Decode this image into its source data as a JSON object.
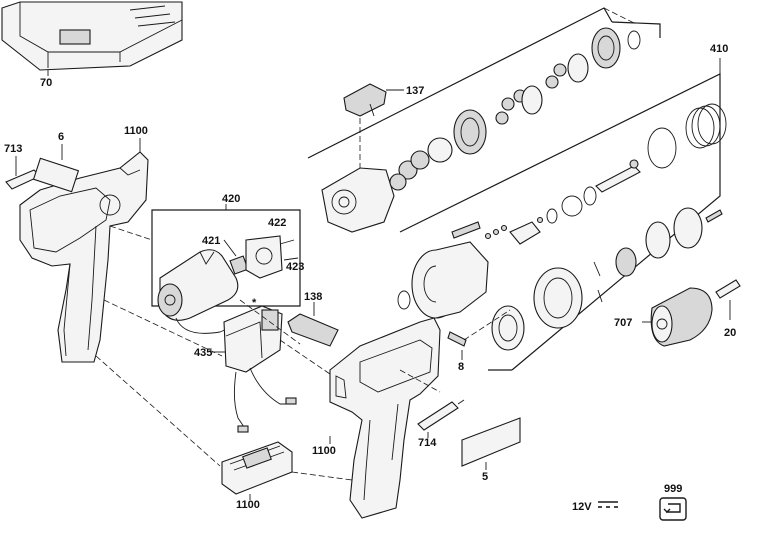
{
  "diagram": {
    "voltage": "12V",
    "service_code": "999",
    "callouts": {
      "p70": "70",
      "p713": "713",
      "p6": "6",
      "p1100_top": "1100",
      "p420": "420",
      "p421": "421",
      "p422": "422",
      "p423": "423",
      "p137": "137",
      "p138": "138",
      "p410": "410",
      "p435": "435",
      "p1100_mid": "1100",
      "p1100_bottom": "1100",
      "p714": "714",
      "p8": "8",
      "p5": "5",
      "p707": "707",
      "p20": "20",
      "star": "*"
    }
  }
}
